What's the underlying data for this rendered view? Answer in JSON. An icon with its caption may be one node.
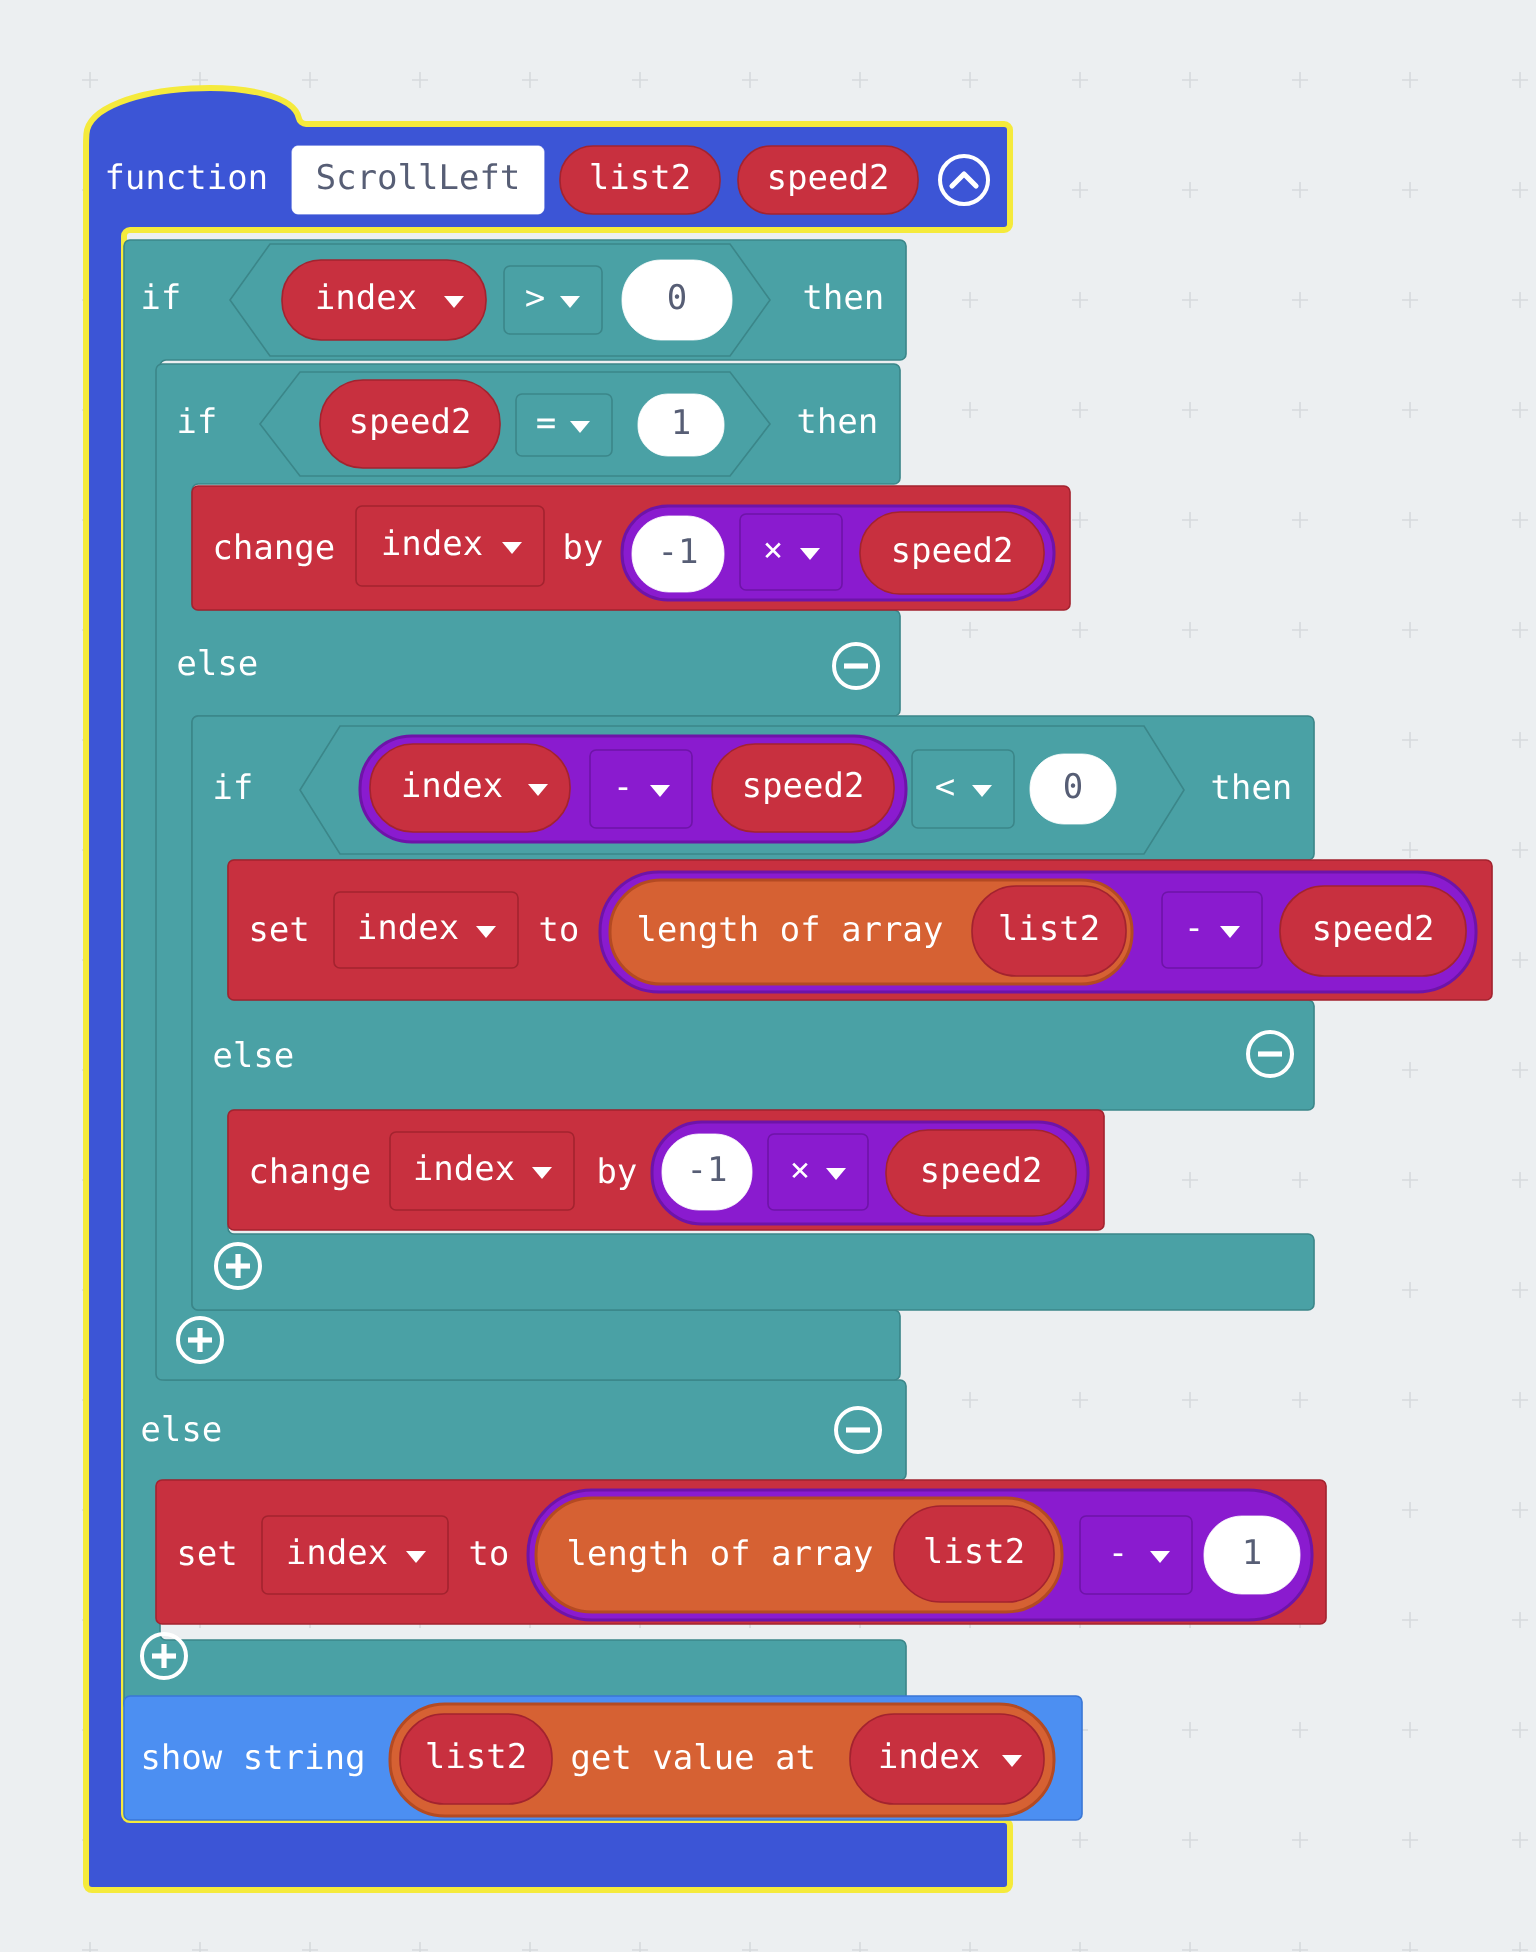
{
  "diagram": {
    "nodes": [
      {
        "text": [
          "function"
        ]
      },
      {
        "text": [
          "ScrollLeft"
        ],
        "in": 0
      },
      {
        "text": [
          "list2"
        ],
        "in": 0
      },
      {
        "text": [
          "speed2"
        ],
        "in": 0
      },
      {
        "text": [
          "if",
          "then",
          "else"
        ],
        "in": 0
      },
      {
        "text": [
          "index"
        ],
        "in": 4
      },
      {
        "text": [
          ">"
        ],
        "in": 4
      },
      {
        "text": [
          "0"
        ],
        "in": 4
      },
      {
        "text": [
          "if",
          "then",
          "else"
        ],
        "in": 4
      },
      {
        "text": [
          "speed2"
        ],
        "in": 8
      },
      {
        "text": [
          "="
        ],
        "in": 8
      },
      {
        "text": [
          "1"
        ],
        "in": 8
      },
      {
        "text": [
          "change",
          "by"
        ]
      },
      {
        "text": [
          "index"
        ],
        "in": 12
      },
      {
        "text": [],
        "shape": "box",
        "in": 12
      },
      {
        "text": [
          "-1"
        ],
        "in": 14
      },
      {
        "text": [
          "×"
        ],
        "in": 14
      },
      {
        "text": [
          "speed2"
        ],
        "in": 14
      },
      {
        "text": [
          "if",
          "then",
          "else"
        ]
      },
      {
        "text": [],
        "shape": "box",
        "in": 18
      },
      {
        "text": [
          "index"
        ],
        "in": 19
      },
      {
        "text": [
          "-"
        ],
        "in": 19
      },
      {
        "text": [
          "speed2"
        ],
        "in": 19
      },
      {
        "text": [
          "<"
        ],
        "in": 18
      },
      {
        "text": [
          "0"
        ],
        "in": 18
      },
      {
        "text": [
          "set",
          "to"
        ]
      },
      {
        "text": [
          "index"
        ],
        "in": 25
      },
      {
        "text": [],
        "shape": "box",
        "in": 25
      },
      {
        "text": [
          "length of array"
        ],
        "in": 27
      },
      {
        "text": [
          "list2"
        ],
        "in": 28
      },
      {
        "text": [
          "-"
        ],
        "in": 27
      },
      {
        "text": [
          "speed2"
        ],
        "in": 27
      },
      {
        "text": [
          "change",
          "by"
        ]
      },
      {
        "text": [
          "index"
        ],
        "in": 32
      },
      {
        "text": [],
        "shape": "box",
        "in": 32
      },
      {
        "text": [
          "-1"
        ],
        "in": 34
      },
      {
        "text": [
          "×"
        ],
        "in": 34
      },
      {
        "text": [
          "speed2"
        ],
        "in": 34
      },
      {
        "text": [
          "set",
          "to"
        ]
      },
      {
        "text": [
          "index"
        ],
        "in": 38
      },
      {
        "text": [],
        "shape": "box",
        "in": 38
      },
      {
        "text": [
          "length of array"
        ],
        "in": 40
      },
      {
        "text": [
          "list2"
        ],
        "in": 41
      },
      {
        "text": [
          "-"
        ],
        "in": 40
      },
      {
        "text": [
          "1"
        ],
        "in": 40
      },
      {
        "text": [
          "show string"
        ]
      },
      {
        "text": [
          "get value at"
        ],
        "in": 45
      },
      {
        "text": [
          "list2"
        ],
        "in": 46
      },
      {
        "text": [
          "index"
        ],
        "in": 46
      }
    ]
  }
}
